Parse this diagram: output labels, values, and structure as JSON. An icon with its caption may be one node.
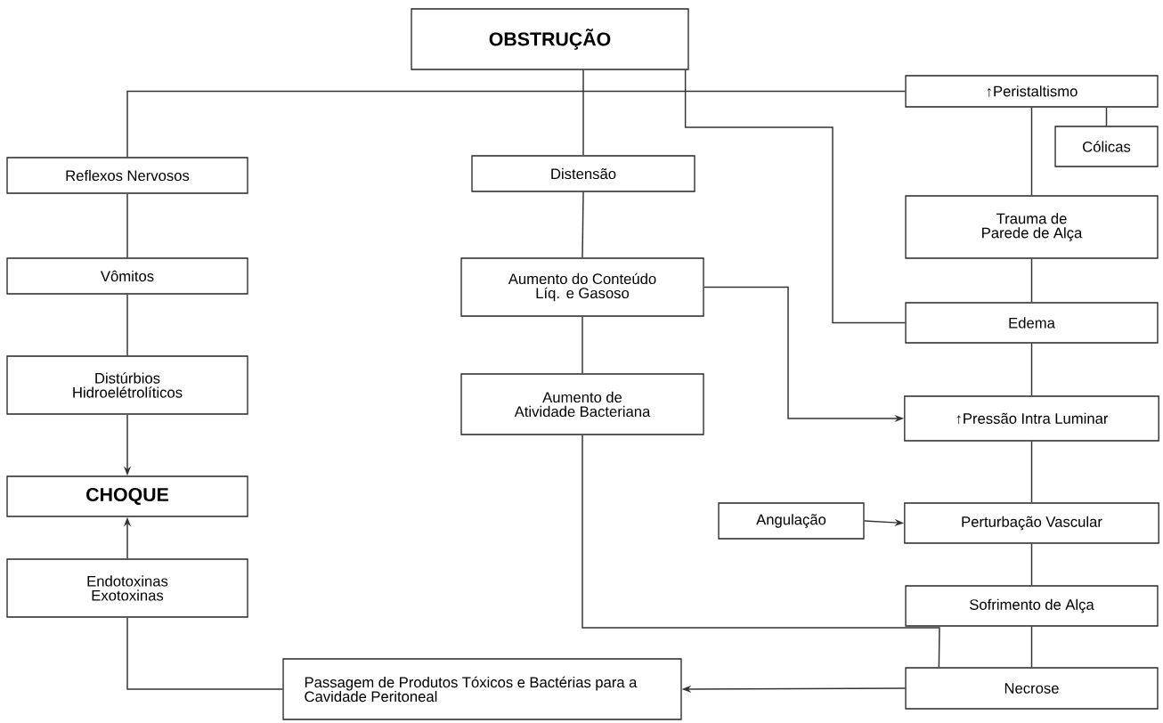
{
  "diagram": {
    "nodes": [
      {
        "text": [
          "OBSTRUÇÃO"
        ]
      },
      {
        "text": [
          "↑Peristaltismo"
        ]
      },
      {
        "text": [
          "Reflexos Nervosos"
        ]
      },
      {
        "text": [
          "Distensão"
        ]
      },
      {
        "text": [
          "Cólicas"
        ]
      },
      {
        "text": [
          "Trauma de Parede de Alça"
        ]
      },
      {
        "text": [
          "Vômitos"
        ]
      },
      {
        "text": [
          "Aumento do Conteúdo Líq. e Gasoso"
        ]
      },
      {
        "text": [
          "Edema"
        ]
      },
      {
        "text": [
          "Distúrbios Hidroelétrolíticos"
        ]
      },
      {
        "text": [
          "Aumento de Atividade Bacteriana"
        ]
      },
      {
        "text": [
          "↑Pressão Intra Luminar"
        ]
      },
      {
        "text": [
          "CHOQUE"
        ]
      },
      {
        "text": [
          "Angulação"
        ]
      },
      {
        "text": [
          "Perturbação Vascular"
        ]
      },
      {
        "text": [
          "Endotoxinas Exotoxinas"
        ]
      },
      {
        "text": [
          "Sofrimento de Alça"
        ]
      },
      {
        "text": [
          "Passagem de Produtos Tóxicos e Bactérias para a Cavidade Peritoneal"
        ]
      },
      {
        "text": [
          "Necrose"
        ]
      }
    ],
    "edges": [
      {
        "from": 0,
        "to": 3,
        "arrow": "none"
      },
      {
        "from": 1,
        "to": 2,
        "arrow": "none"
      },
      {
        "from": 0,
        "to": 8,
        "arrow": "none"
      },
      {
        "from": 1,
        "to": 4,
        "arrow": "none"
      },
      {
        "from": 1,
        "to": 5,
        "arrow": "none"
      },
      {
        "from": 2,
        "to": 6,
        "arrow": "none"
      },
      {
        "from": 6,
        "to": 9,
        "arrow": "none"
      },
      {
        "from": 9,
        "to": 12,
        "arrow": "to"
      },
      {
        "from": 15,
        "to": 12,
        "arrow": "to"
      },
      {
        "from": 3,
        "to": 7,
        "arrow": "none"
      },
      {
        "from": 7,
        "to": 10,
        "arrow": "none"
      },
      {
        "from": 7,
        "to": 11,
        "arrow": "to"
      },
      {
        "from": 5,
        "to": 8,
        "arrow": "none"
      },
      {
        "from": 8,
        "to": 11,
        "arrow": "none"
      },
      {
        "from": 11,
        "to": 14,
        "arrow": "none"
      },
      {
        "from": 13,
        "to": 14,
        "arrow": "to"
      },
      {
        "from": 14,
        "to": 16,
        "arrow": "none"
      },
      {
        "from": 16,
        "to": 18,
        "arrow": "none"
      },
      {
        "from": 10,
        "to": 18,
        "arrow": "none"
      },
      {
        "from": 18,
        "to": 17,
        "arrow": "to"
      },
      {
        "from": 17,
        "to": 15,
        "arrow": "none"
      }
    ]
  }
}
